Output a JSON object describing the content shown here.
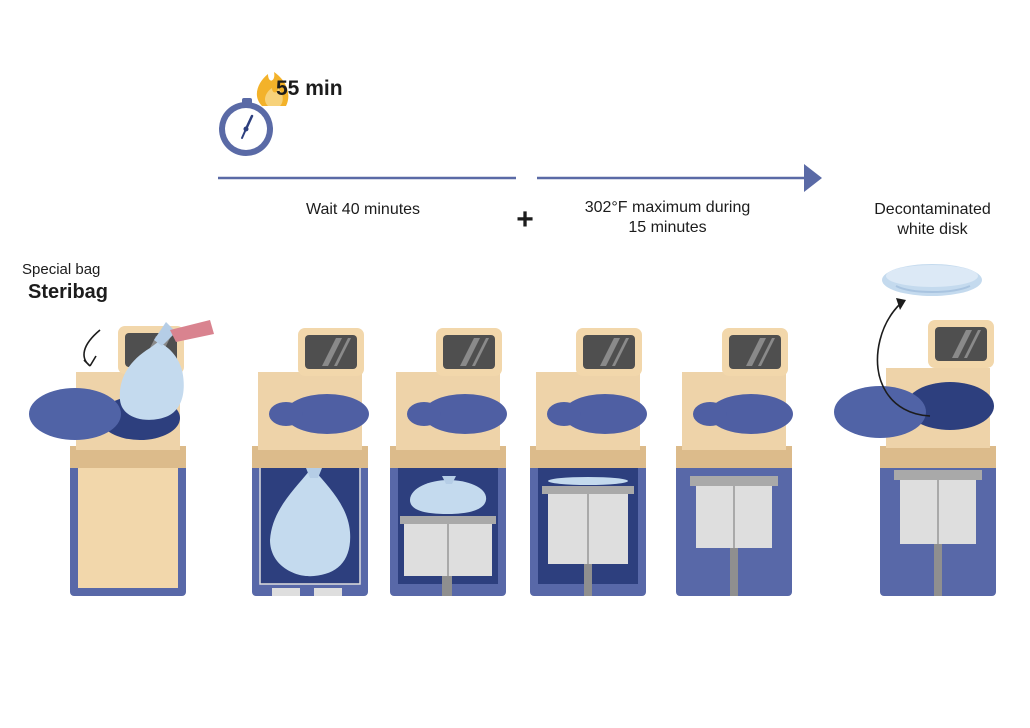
{
  "timer": {
    "label": "55 min",
    "icon": "stopwatch-icon",
    "flame_icon": "flame-icon"
  },
  "steps": {
    "wait": "Wait 40 minutes",
    "operator": "+",
    "temp_line1": "302°F maximum during",
    "temp_line2": "15 minutes"
  },
  "bag": {
    "label": "Special bag",
    "name": "Steribag"
  },
  "result": {
    "line1": "Decontaminated",
    "line2": "white disk"
  },
  "colors": {
    "machine_blue": "#5868a8",
    "lid_blue": "#4f5fa3",
    "hole_dark": "#2d3f7e",
    "beige": "#eed3a9",
    "beige_dark": "#dcbb8b",
    "screen": "#555555",
    "bag": "#c4daee",
    "tray": "#dedede",
    "arrow": "#5a6aa6",
    "tag_pink": "#d9838f",
    "flame": "#f3b22a"
  }
}
